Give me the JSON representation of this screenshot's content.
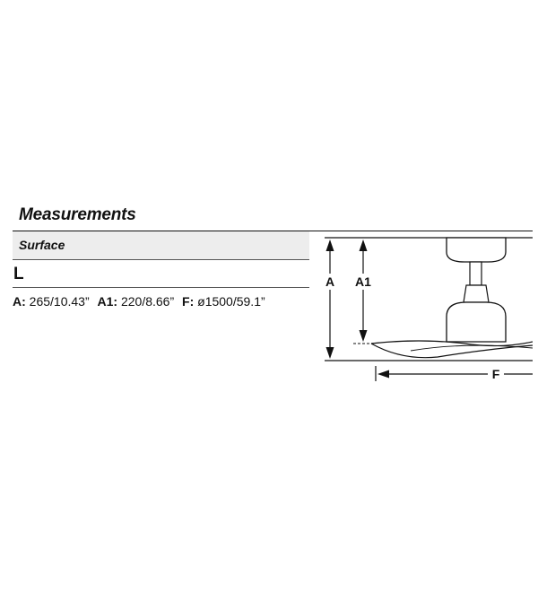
{
  "title": "Measurements",
  "table": {
    "header": "Surface",
    "size_label": "L",
    "measurements": [
      {
        "label": "A:",
        "value": "265/10.43”"
      },
      {
        "label": "A1:",
        "value": "220/8.66”"
      },
      {
        "label": "F:",
        "value": "ø1500/59.1”"
      }
    ]
  },
  "diagram": {
    "labels": {
      "a": "A",
      "a1": "A1",
      "f": "F"
    },
    "icons": [
      "ceiling-fan-drawing",
      "arrow-up-icon",
      "arrow-down-icon",
      "arrow-left-icon"
    ]
  }
}
